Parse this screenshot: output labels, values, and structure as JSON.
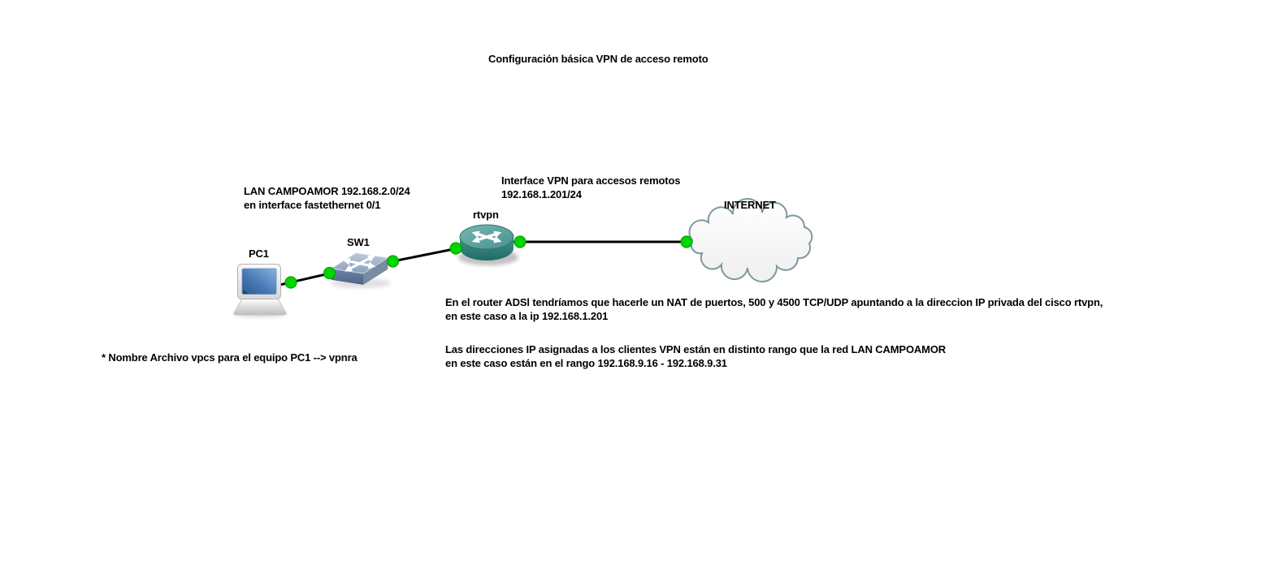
{
  "title": "Configuración básica VPN de acceso remoto",
  "labels": {
    "lan_line1": "LAN CAMPOAMOR 192.168.2.0/24",
    "lan_line2": "en interface fastethernet 0/1",
    "vpn_if_line1": "Interface VPN para accesos remotos",
    "vpn_if_line2": "192.168.1.201/24",
    "nat_line1": "En el router ADSl tendríamos que hacerle un NAT de puertos, 500 y 4500 TCP/UDP apuntando a la direccion IP privada del cisco rtvpn,",
    "nat_line2": "en este caso a la ip 192.168.1.201",
    "clients_line1": "Las direcciones IP asignadas a los clientes VPN están en distinto rango que la red LAN CAMPOAMOR",
    "clients_line2": "en este caso están en el rango 192.168.9.16 - 192.168.9.31",
    "note": "* Nombre Archivo vpcs para el equipo PC1 --> vpnra"
  },
  "devices": {
    "pc": {
      "label": "PC1",
      "type": "host-icon"
    },
    "switch": {
      "label": "SW1",
      "type": "ethernet-switch-icon"
    },
    "router": {
      "label": "rtvpn",
      "type": "router-icon"
    },
    "cloud": {
      "label": "INTERNET",
      "type": "cloud-icon"
    }
  },
  "colors": {
    "connector_dot": "#00d500",
    "connector_dot_edge": "#00a300",
    "link": "#000000",
    "router_body": "#3f8e8a",
    "switch_front": "#64799b",
    "cloud_stroke": "#7e989d",
    "screen_blue": "#4a7ab5",
    "text": "#000000",
    "background": "#ffffff"
  }
}
